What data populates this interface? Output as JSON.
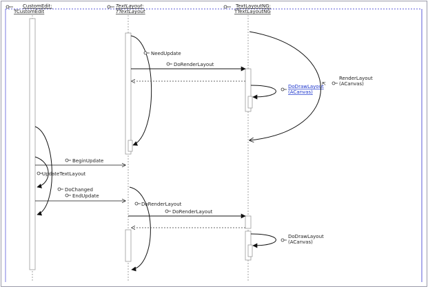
{
  "colors": {
    "frame": "#9a9aa8",
    "frame_top": "#5a5ad8",
    "lifeline": "#8a8a8a",
    "activation_fill": "#ffffff",
    "activation_stroke": "#9a9a9a",
    "arrow": "#111111",
    "link": "#1a33cc"
  },
  "lifelines": [
    {
      "name_line1": "CustomEdit:",
      "name_line2": "TCustomEdit"
    },
    {
      "name_line1": "TextLayout:",
      "name_line2": "TTextLayout"
    },
    {
      "name_line1": "TextLayoutNG:",
      "name_line2": "TTextLayoutNG"
    }
  ],
  "messages": {
    "need_update": "NeedUpdate",
    "do_render_layout_1": "DoRenderLayout",
    "do_draw_layout_1_line1": "DoDrawLayout",
    "do_draw_layout_1_line2": "(ACanvas)",
    "render_layout_line1": "RenderLayout",
    "render_layout_line2": "(ACanvas)",
    "begin_update": "BeginUpdate",
    "update_text_layout": "UpdateTextLayout",
    "do_changed": "DoChanged",
    "end_update": "EndUpdate",
    "do_render_layout_2": "DoRenderLayout",
    "do_render_layout_3": "DoRenderLayout",
    "do_draw_layout_2_line1": "DoDrawLayout",
    "do_draw_layout_2_line2": "(ACanvas)"
  }
}
